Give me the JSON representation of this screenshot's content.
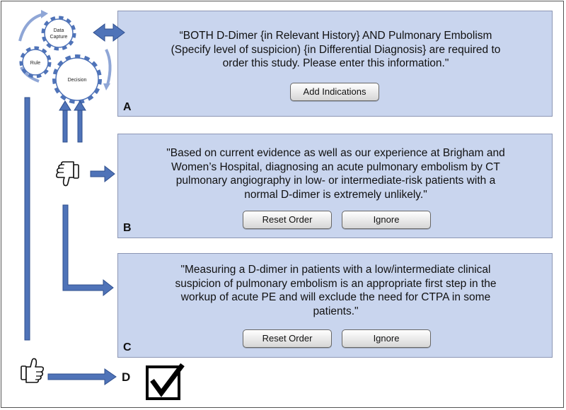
{
  "colors": {
    "panel": "#c9d5ee",
    "arrow": "#4f73b8",
    "arrow_light": "#8fa6d6",
    "gear_stroke": "#4f73b8"
  },
  "cycle": {
    "gears": [
      {
        "label_lines": [
          "Data",
          "Capture"
        ],
        "icon": "gear-icon"
      },
      {
        "label_lines": [
          "Rule"
        ],
        "icon": "gear-icon"
      },
      {
        "label_lines": [
          "Decision"
        ],
        "icon": "gear-icon"
      }
    ]
  },
  "icons": {
    "thumbs_down": "thumbs-down-icon",
    "thumbs_up": "thumbs-up-icon",
    "checkbox": "checked-box-icon"
  },
  "panels": {
    "a": {
      "letter": "A",
      "message": "“BOTH D-Dimer {in Relevant History} AND Pulmonary Embolism\n(Specify level of suspicion) {in Differential Diagnosis} are required to\norder this study. Please enter this information.\"",
      "buttons": [
        "Add Indications"
      ]
    },
    "b": {
      "letter": "B",
      "message": "\"Based on current evidence as well as our experience at Brigham and\nWomen’s Hospital, diagnosing an acute pulmonary embolism by CT\npulmonary angiography in low- or intermediate-risk patients with a\nnormal D-dimer is extremely unlikely.\"",
      "buttons": [
        "Reset Order",
        "Ignore"
      ]
    },
    "c": {
      "letter": "C",
      "message": "\"Measuring a D-dimer in patients with a low/intermediate clinical\nsuspicion of pulmonary embolism is an appropriate first step in the\nworkup of acute PE and will exclude the need for CTPA in some\npatients.\"",
      "buttons": [
        "Reset Order",
        "Ignore"
      ]
    },
    "d": {
      "letter": "D"
    }
  }
}
